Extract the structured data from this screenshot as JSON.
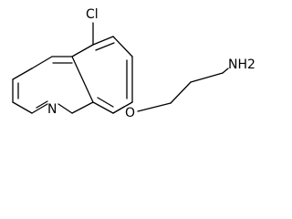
{
  "molecule": {
    "atom_labels": {
      "chlorine": "Cl",
      "nitrogen": "N",
      "oxygen": "O",
      "amine": "NH2"
    },
    "colors": {
      "bond": "#000000",
      "label": "#000000",
      "background": "#ffffff"
    }
  }
}
